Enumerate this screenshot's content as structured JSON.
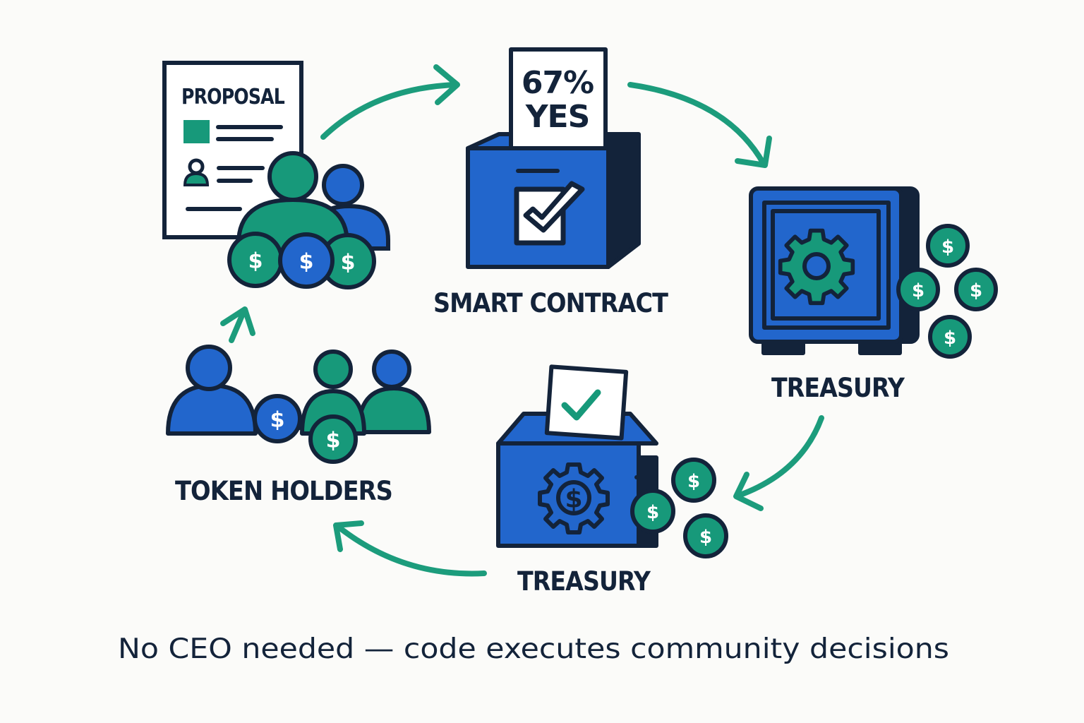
{
  "colors": {
    "blue": "#2266cc",
    "green": "#17997a",
    "outline": "#13233a",
    "arrow": "#1c9c7c",
    "background": "#fbfbf9"
  },
  "proposal": {
    "title": "PROPOSAL"
  },
  "ballot": {
    "line1": "67%",
    "line2": "YES"
  },
  "labels": {
    "smart_contract": "SMART CONTRACT",
    "treasury_top": "TREASURY",
    "treasury_bottom": "TREASURY",
    "token_holders": "TOKEN HOLDERS"
  },
  "coin_symbol": "$",
  "caption": "No CEO needed — code executes community decisions",
  "icons": [
    "document-icon",
    "people-icon",
    "coin-icon",
    "ballot-box-icon",
    "checkmark-icon",
    "safe-icon",
    "gear-icon",
    "cycle-arrow-icon"
  ]
}
